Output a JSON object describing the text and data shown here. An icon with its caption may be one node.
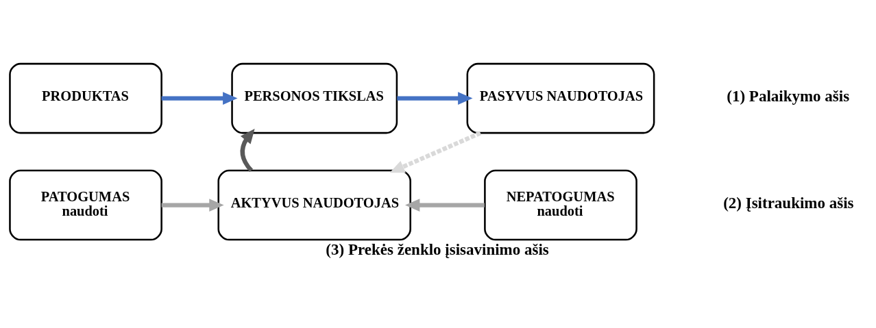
{
  "diagram": {
    "caption": "(3) Prekės ženklo įsisavinimo ašis",
    "nodes": [
      {
        "text": [
          "PRODUKTAS"
        ]
      },
      {
        "text": [
          "PERSONOS TIKSLAS"
        ]
      },
      {
        "text": [
          "PASYVUS NAUDOTOJAS"
        ]
      },
      {
        "text": [
          "PATOGUMAS",
          "naudoti"
        ]
      },
      {
        "text": [
          "AKTYVUS NAUDOTOJAS"
        ]
      },
      {
        "text": [
          "NEPATOGUMAS",
          "naudoti"
        ]
      }
    ],
    "edges": [
      {
        "from": 0,
        "to": 1,
        "arrow": "to"
      },
      {
        "from": 1,
        "to": 2,
        "arrow": "to"
      },
      {
        "from": 3,
        "to": 4,
        "arrow": "to",
        "color": "#a6a6a6"
      },
      {
        "from": 5,
        "to": 4,
        "arrow": "to",
        "color": "#a6a6a6"
      },
      {
        "from": 4,
        "to": 1,
        "arrow": "to",
        "color": "#595959"
      },
      {
        "from": 2,
        "to": 4,
        "arrow": "to",
        "style": "dashed",
        "color": "#d9d9d9"
      }
    ],
    "labels": [
      "(1) Palaikymo ašis",
      "(2) Įsitraukimo ašis"
    ]
  }
}
